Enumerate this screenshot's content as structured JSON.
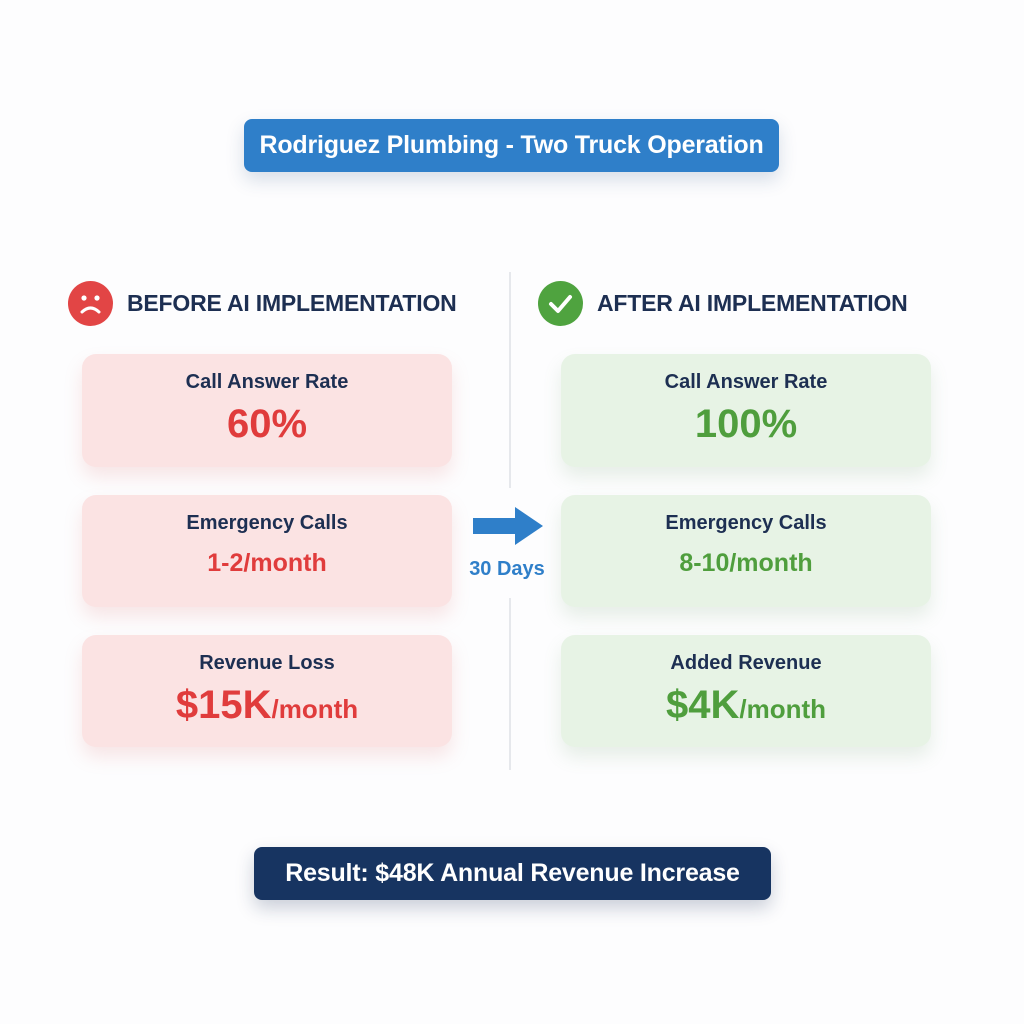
{
  "header": {
    "title": "Rodriguez Plumbing - Two Truck Operation"
  },
  "before": {
    "heading": "BEFORE AI IMPLEMENTATION",
    "icon": "sad-face-icon",
    "accent_color": "#e03c3c",
    "card_color": "#fbe3e3",
    "metrics": [
      {
        "label": "Call Answer Rate",
        "value": "60%",
        "unit": ""
      },
      {
        "label": "Emergency Calls",
        "value": "1-2/month",
        "unit": ""
      },
      {
        "label": "Revenue Loss",
        "value": "$15K",
        "unit": "/month"
      }
    ]
  },
  "transition": {
    "icon": "arrow-right-icon",
    "label": "30 Days",
    "color": "#2f7fc9"
  },
  "after": {
    "heading": "AFTER AI IMPLEMENTATION",
    "icon": "checkmark-icon",
    "accent_color": "#4f9e3d",
    "card_color": "#e7f3e5",
    "metrics": [
      {
        "label": "Call Answer Rate",
        "value": "100%",
        "unit": ""
      },
      {
        "label": "Emergency Calls",
        "value": "8-10/month",
        "unit": ""
      },
      {
        "label": "Added Revenue",
        "value": "$4K",
        "unit": "/month"
      }
    ]
  },
  "result": {
    "text": "Result: $48K Annual Revenue Increase"
  },
  "colors": {
    "title_bg": "#2f7fc9",
    "result_bg": "#173461",
    "heading_text": "#1d2f52"
  }
}
